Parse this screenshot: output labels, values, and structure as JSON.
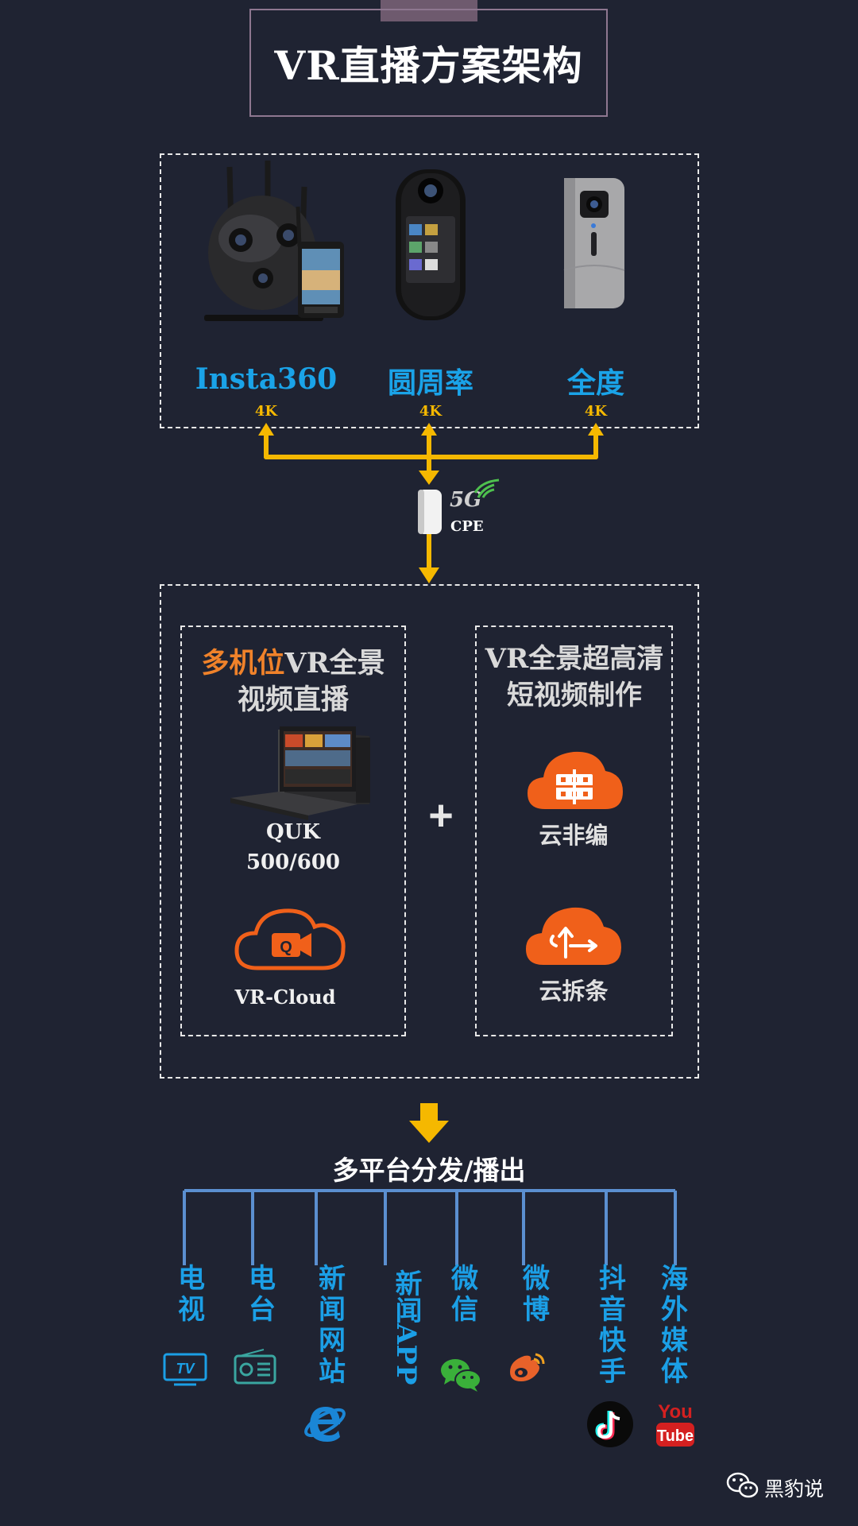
{
  "title": "VR直播方案架构",
  "cameras": [
    {
      "name": "Insta360",
      "resolution": "4K"
    },
    {
      "name": "圆周率",
      "resolution": "4K"
    },
    {
      "name": "全度",
      "resolution": "4K"
    }
  ],
  "network": {
    "badge": "5G",
    "device_label": "CPE"
  },
  "left_panel": {
    "title_highlight": "多机位",
    "title_rest": "VR全景",
    "title_line2": "视频直播",
    "device_line1": "QUK",
    "device_line2": "500/600",
    "cloud_label": "VR-Cloud"
  },
  "plus": "+",
  "right_panel": {
    "title_line1": "VR全景超高清",
    "title_line2": "短视频制作",
    "service1": "云非编",
    "service2": "云拆条"
  },
  "distribution_title": "多平台分发/播出",
  "platforms": [
    {
      "label": "电视",
      "icon": "tv-icon"
    },
    {
      "label": "电台",
      "icon": "radio-icon"
    },
    {
      "label": "新闻网站",
      "icon": "ie-browser-icon"
    },
    {
      "label": "新闻APP",
      "icon": ""
    },
    {
      "label": "微信",
      "icon": "wechat-icon"
    },
    {
      "label": "微博",
      "icon": "weibo-icon"
    },
    {
      "label": "抖音快手",
      "icon": "tiktok-icon"
    },
    {
      "label": "海外媒体",
      "icon": "youtube-icon"
    }
  ],
  "youtube_text": {
    "you": "You",
    "tube": "Tube"
  },
  "tv_icon_text": "TV",
  "watermark": "黑豹说",
  "colors": {
    "background": "#1f2332",
    "accent_blue": "#1aa3e8",
    "connector_yellow": "#f5b800",
    "accent_orange": "#f0822a",
    "line_blue": "#5b8fd0"
  }
}
